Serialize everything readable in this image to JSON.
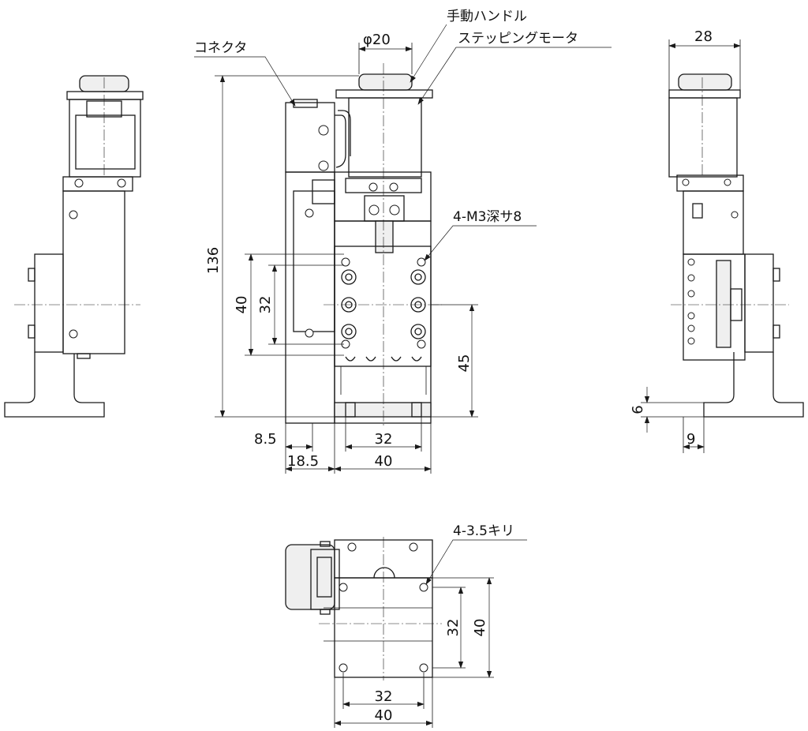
{
  "annotations": {
    "handle": "手動ハンドル",
    "motor": "ステッピングモータ",
    "connector": "コネクタ",
    "tapped_holes": "4-M3深サ8",
    "through_holes": "4-3.5キリ"
  },
  "dimensions": {
    "phi": "φ20",
    "side_width": "28",
    "height": "136",
    "outer_pitch": "40",
    "inner_pitch": "32",
    "table_to_base": "45",
    "offset_small": "8.5",
    "offset_large": "18.5",
    "bottom_inner": "32",
    "bottom_outer": "40",
    "foot_height": "6",
    "foot_length": "9",
    "plan_inner_v": "32",
    "plan_outer_v": "40",
    "plan_inner_h": "32",
    "plan_outer_h": "40"
  }
}
